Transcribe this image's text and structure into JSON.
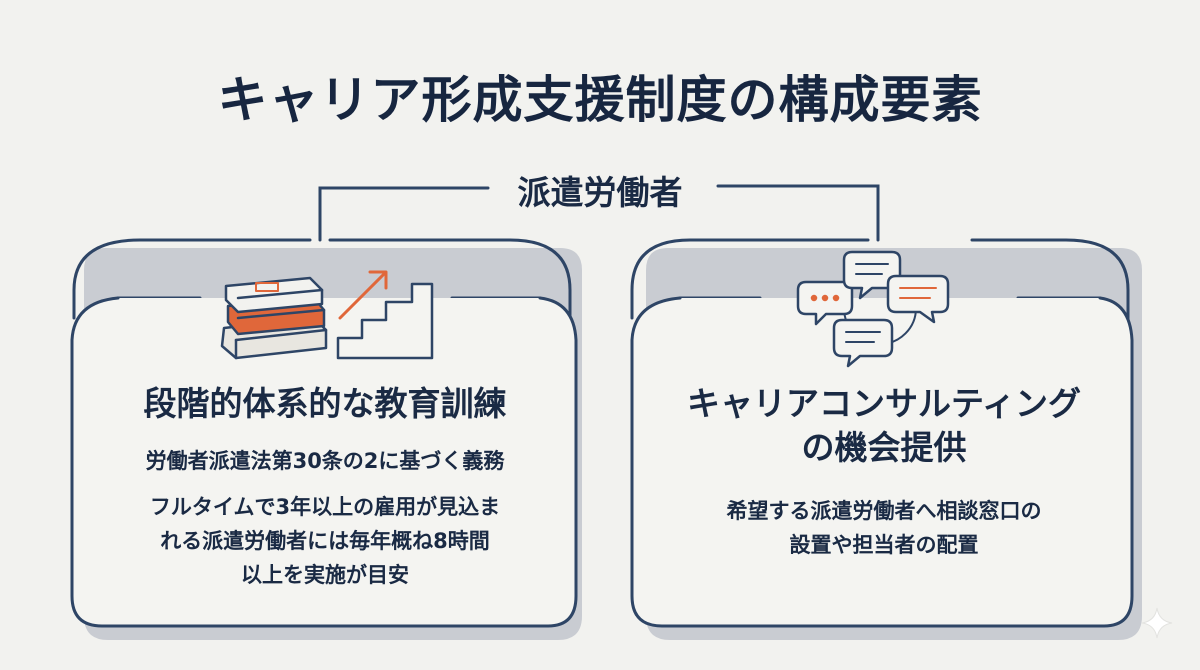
{
  "title": "キャリア形成支援制度の構成要素",
  "root": {
    "label": "派遣労働者"
  },
  "cards": [
    {
      "heading": "段階的体系的な教育訓練",
      "lines": [
        "労働者派遣法第30条の2に基づく義務",
        "フルタイムで3年以上の雇用が見込ま",
        "れる派遣労働者には毎年概ね8時間",
        "以上を実施が目安"
      ],
      "icons": [
        "books-icon",
        "stairs-arrow-icon"
      ]
    },
    {
      "heading_lines": [
        "キャリアコンサルティング",
        "の機会提供"
      ],
      "lines": [
        "希望する派遣労働者へ相談窓口の",
        "設置や担当者の配置"
      ],
      "icons": [
        "speech-bubbles-icon"
      ]
    }
  ],
  "colors": {
    "background": "#f2f2ef",
    "ink": "#1d2b44",
    "line": "#2e4566",
    "accent": "#e0673a",
    "shadow": "#c9ccd2"
  }
}
